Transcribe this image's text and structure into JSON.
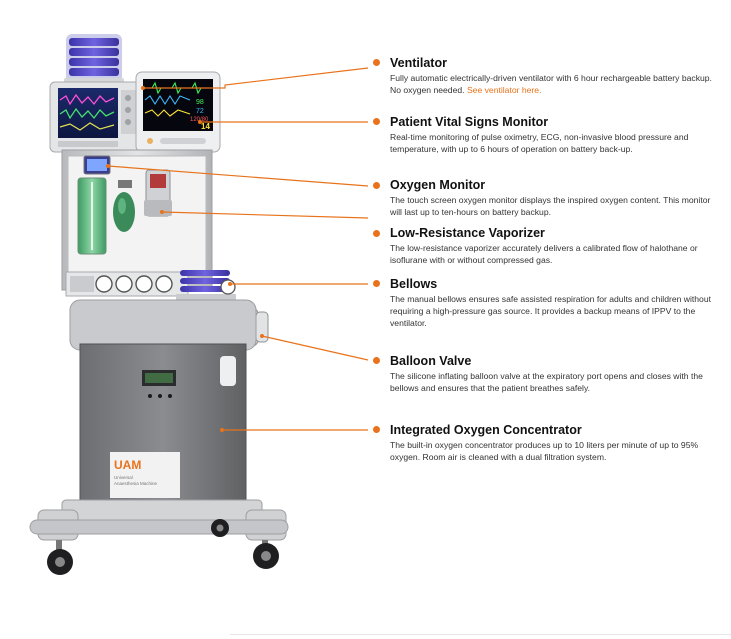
{
  "colors": {
    "accent": "#e8731c",
    "body_gray": "#c9cbcd",
    "dark_gray": "#6d6f72",
    "bellows_purple": "#5a4fc8"
  },
  "machine": {
    "brand": "UAM",
    "brand_subtitle_1": "Universal",
    "brand_subtitle_2": "Anaesthesia Machine",
    "monitor_readouts": [
      "98",
      "72",
      "120/80",
      "14"
    ]
  },
  "callouts": [
    {
      "id": "ventilator",
      "title": "Ventilator",
      "text": "Fully automatic electrically-driven ventilator with 6 hour rechargeable battery backup. No oxygen needed.",
      "link": "See ventilator here."
    },
    {
      "id": "vitals",
      "title": "Patient Vital Signs Monitor",
      "text": "Real-time monitoring of pulse oximetry, ECG, non-invasive blood pressure and temperature, with up to 6 hours of operation on battery back-up."
    },
    {
      "id": "oxygen-monitor",
      "title": "Oxygen Monitor",
      "text": "The touch screen oxygen monitor displays the inspired oxygen content. This monitor will last up to ten-hours on battery backup."
    },
    {
      "id": "vaporizer",
      "title": "Low-Resistance Vaporizer",
      "text": "The low-resistance vaporizer accurately delivers a calibrated flow of halothane or isoflurane with or without compressed gas."
    },
    {
      "id": "bellows",
      "title": "Bellows",
      "text": "The manual bellows ensures safe assisted respiration for adults and children without requiring a high-pressure gas source. It provides a backup means of IPPV to the ventilator."
    },
    {
      "id": "balloon-valve",
      "title": "Balloon Valve",
      "text": "The silicone inflating balloon valve at the expiratory port opens and closes with the bellows and ensures that the patient breathes safely."
    },
    {
      "id": "concentrator",
      "title": "Integrated Oxygen Concentrator",
      "text": "The built-in oxygen concentrator produces up to 10 liters per minute of up to 95% oxygen. Room air is cleaned with a dual filtration system."
    }
  ]
}
